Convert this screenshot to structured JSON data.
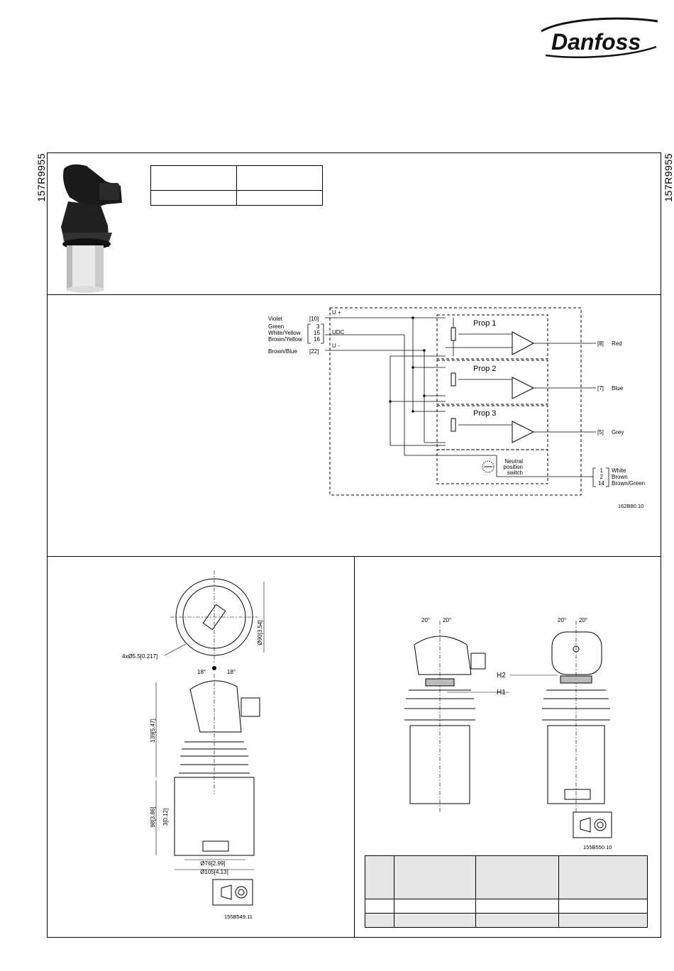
{
  "brand": {
    "logo_text": "Danfoss"
  },
  "part_number_left": "157R9955",
  "part_number_right": "157R9955",
  "circuit": {
    "u_plus": "U +",
    "u_dc": "UDC",
    "u_minus": "U -",
    "wires_left": [
      {
        "color": "Violet",
        "pin": "[10]"
      },
      {
        "color": "Green",
        "pin": "3"
      },
      {
        "color": "White/Yellow",
        "pin": "15"
      },
      {
        "color": "Brown/Yellow",
        "pin": "16"
      },
      {
        "color": "Brown/Blue",
        "pin": "[22]"
      }
    ],
    "channels": [
      {
        "label": "Prop 1",
        "pin": "[8]",
        "color": "Red"
      },
      {
        "label": "Prop 2",
        "pin": "[7]",
        "color": "Blue"
      },
      {
        "label": "Prop 3",
        "pin": "[5]",
        "color": "Grey"
      }
    ],
    "neutral_switch": [
      "Neutral",
      "position",
      "switch"
    ],
    "switch_wires": [
      {
        "pin": "1",
        "color": "White"
      },
      {
        "pin": "2",
        "color": "Brown"
      },
      {
        "pin": "14",
        "color": "Brown/Green"
      }
    ],
    "drawing_id": "162B80.10"
  },
  "dimensions": {
    "mounting_holes": "4xØ5.5[0.217]",
    "flange_dia": "Ø90[3.54]",
    "angle": "18°",
    "height_total": "139[5.47]",
    "height_base": "98[3.86]",
    "height_small": "3[0.12]",
    "dia_small": "Ø76[2.99]",
    "dia_large": "Ø105[4.13]",
    "drawing_id": "155B549.11"
  },
  "handle": {
    "angle": "20°",
    "h2": "H2",
    "h1": "H1",
    "drawing_id": "155B550.10"
  }
}
